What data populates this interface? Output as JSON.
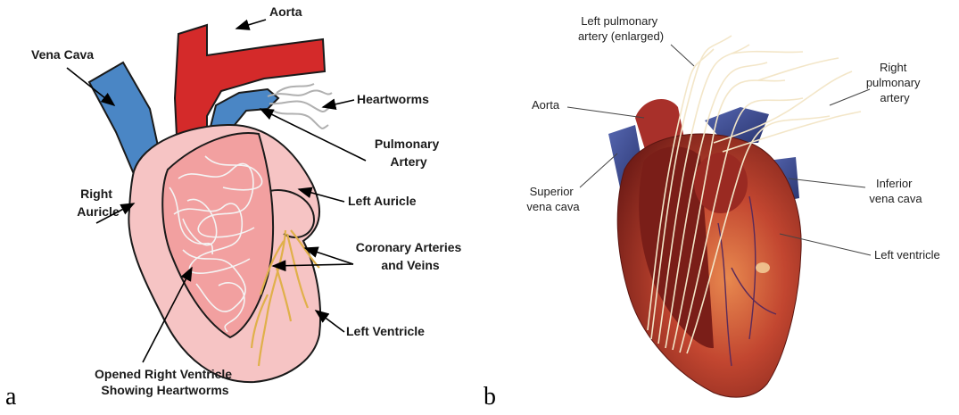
{
  "panels": {
    "a": {
      "letter": "a",
      "labels": {
        "aorta": "Aorta",
        "vena_cava": "Vena Cava",
        "heartworms": "Heartworms",
        "pulmonary_artery": "Pulmonary\nArtery",
        "right_auricle": "Right\nAuricle",
        "left_auricle": "Left Auricle",
        "coronary": "Coronary Arteries\nand Veins",
        "left_ventricle": "Left Ventricle",
        "opened_rv": "Opened Right Ventricle\nShowing Heartworms"
      },
      "colors": {
        "vessel_red": "#d42a2a",
        "vessel_blue": "#4a86c5",
        "heart_pink": "#f6c4c4",
        "ventricle_fill": "#f2a0a0",
        "worm": "#f4f4f4",
        "coronary": "#e8c26a"
      }
    },
    "b": {
      "letter": "b",
      "labels": {
        "left_pulmonary": "Left pulmonary\nartery (enlarged)",
        "right_pulmonary": "Right\npulmonary\nartery",
        "aorta": "Aorta",
        "superior_vena_cava": "Superior\nvena cava",
        "inferior_vena_cava": "Inferior\nvena cava",
        "left_ventricle": "Left ventricle"
      },
      "colors": {
        "muscle": "#b83a2c",
        "muscle_dark": "#7a1e18",
        "muscle_light": "#e07a4a",
        "vein_blue": "#3a4f9a",
        "worm": "#f3e6c8"
      }
    }
  }
}
